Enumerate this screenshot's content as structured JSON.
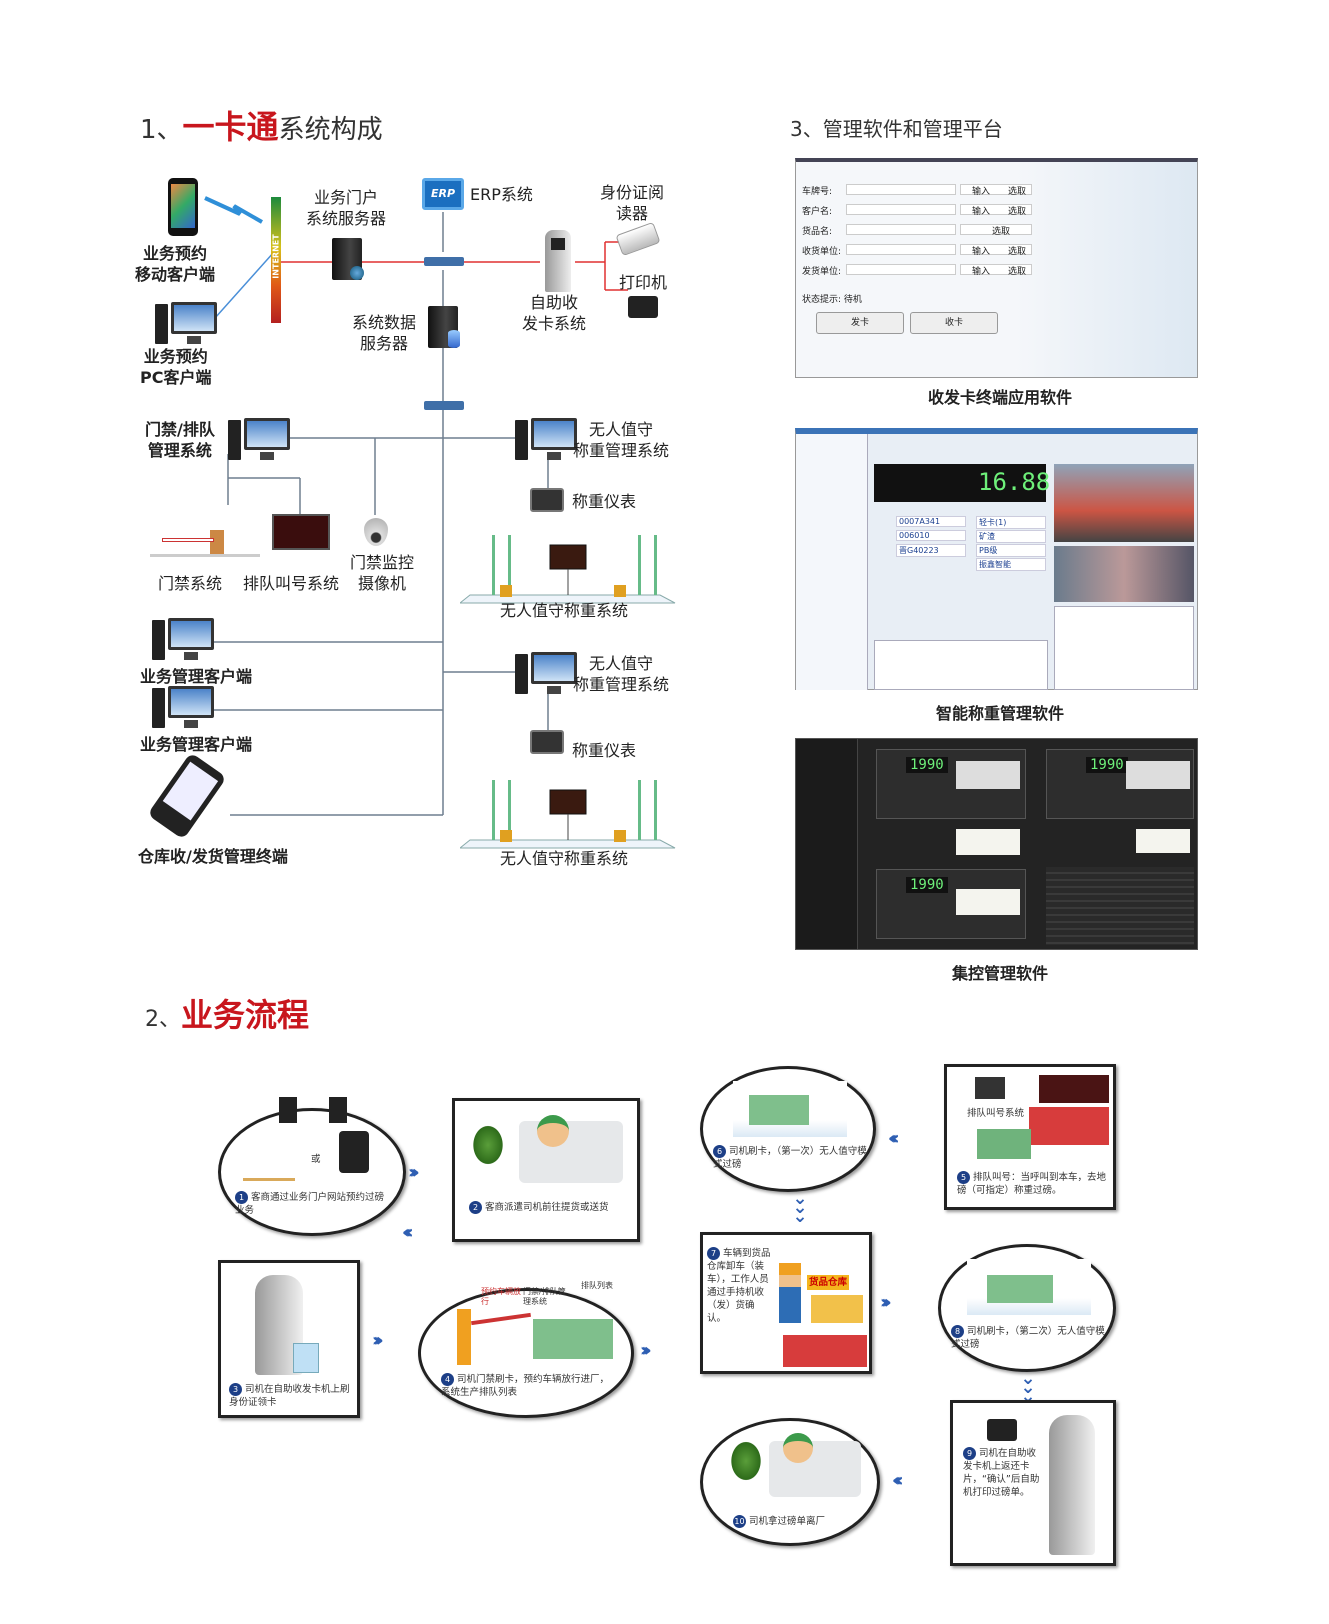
{
  "section1": {
    "prefix": "1、",
    "highlight": "一卡通",
    "suffix": "系统构成"
  },
  "section2": {
    "prefix": "2、",
    "highlight": "业务流程"
  },
  "section3": {
    "title": "3、管理软件和管理平台"
  },
  "nodes": {
    "mobile_client": "业务预约\n移动客户端",
    "pc_client": "业务预约\nPC客户端",
    "internet": "INTERNET",
    "portal_server": "业务门户\n系统服务器",
    "erp": "ERP系统",
    "erp_badge": "ERP",
    "data_server": "系统数据\n服务器",
    "kiosk": "自助收\n发卡系统",
    "id_reader": "身份证阅\n读器",
    "printer": "打印机",
    "access_queue": "门禁/排队\n管理系统",
    "unattended_mgmt_1": "无人值守\n称重管理系统",
    "indicator_1": "称重仪表",
    "access_system": "门禁系统",
    "queue_system": "排队叫号系统",
    "camera": "门禁监控\n摄像机",
    "unattended_scale_1": "无人值守称重系统",
    "biz_client_1": "业务管理客户端",
    "biz_client_2": "业务管理客户端",
    "unattended_mgmt_2": "无人值守\n称重管理系统",
    "indicator_2": "称重仪表",
    "warehouse_terminal": "仓库收/发货管理终端",
    "unattended_scale_2": "无人值守称重系统"
  },
  "software": {
    "caption1": "收发卡终端应用软件",
    "caption2": "智能称重管理软件",
    "caption3": "集控管理软件",
    "form": {
      "rows": [
        "车牌号:",
        "客户名:",
        "货品名:",
        "收货单位:",
        "发货单位:"
      ],
      "input_label": "输入",
      "pick_label": "选取",
      "status": "状态提示: 待机",
      "issue_btn": "发卡",
      "collect_btn": "收卡"
    },
    "weigh_reading": "16.88",
    "weigh_fields": [
      "0007A341",
      "006010",
      "晋G40223",
      "轻卡(1)",
      "矿渣",
      "PB级",
      "振鑫智能"
    ],
    "central_readings": [
      "1990",
      "1990",
      "1990"
    ]
  },
  "flow": {
    "s1": {
      "num": "1",
      "text": "客商通过业务门户网站预约过磅业务",
      "or": "或"
    },
    "s2": {
      "num": "2",
      "text": "客商派遣司机前往提货或送货"
    },
    "s3": {
      "num": "3",
      "text": "司机在自助收发卡机上刷身份证领卡"
    },
    "s4": {
      "num": "4",
      "text": "司机门禁刷卡，预约车辆放行进厂，系统生产排队列表",
      "tag_release": "预约车辆放行",
      "tag_mgmt": "门禁/排队管理系统",
      "tag_list": "排队列表"
    },
    "s5": {
      "num": "5",
      "text": "排队叫号：当呼叫到本车，去地磅（可指定）称重过磅。",
      "tag": "排队叫号系统"
    },
    "s6": {
      "num": "6",
      "text": "司机刷卡，（第一次）无人值守模式过磅"
    },
    "s7": {
      "num": "7",
      "text": "车辆到货品仓库卸车（装车），工作人员通过手持机收（发）货确认。",
      "tag": "货品仓库"
    },
    "s8": {
      "num": "8",
      "text": "司机刷卡，（第二次）无人值守模式过磅"
    },
    "s9": {
      "num": "9",
      "text": "司机在自助收发卡机上返还卡片，“确认”后自助机打印过磅单。"
    },
    "s10": {
      "num": "10",
      "text": "司机拿过磅单离厂"
    },
    "arrow": "››››"
  },
  "colors": {
    "accent_red": "#c8161d",
    "line_gray": "#6f7f8f",
    "line_red": "#e03030",
    "line_blue": "#4a8fd8",
    "flow_blue": "#2f5fb3"
  }
}
